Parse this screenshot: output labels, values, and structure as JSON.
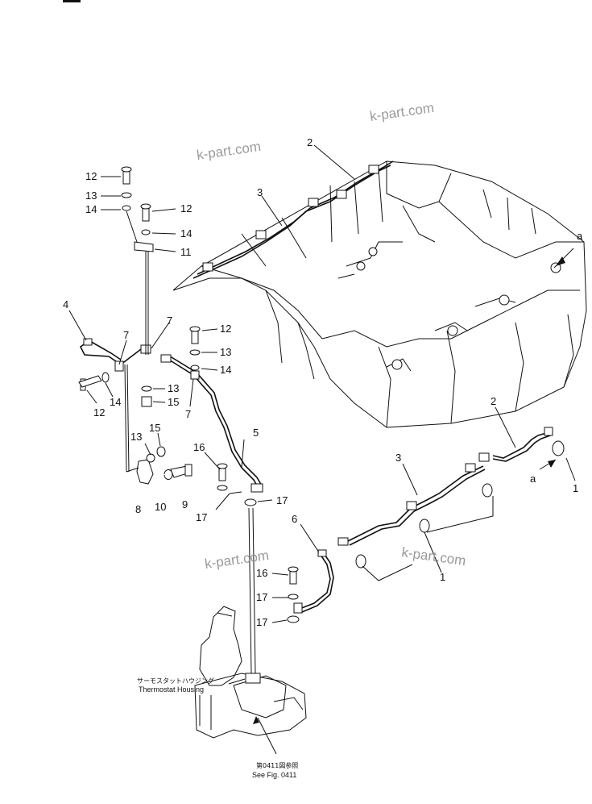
{
  "watermarks": [
    "k-part.com",
    "k-part.com",
    "k-part.com",
    "k-part.com"
  ],
  "callouts": {
    "c1a": "1",
    "c1b": "1",
    "c2a": "2",
    "c2b": "2",
    "c3a": "3",
    "c3b": "3",
    "c4": "4",
    "c5": "5",
    "c6": "6",
    "c7a": "7",
    "c7b": "7",
    "c7c": "7",
    "c8": "8",
    "c9": "9",
    "c10": "10",
    "c11": "11",
    "c12a": "12",
    "c12b": "12",
    "c12c": "12",
    "c12d": "12",
    "c13a": "13",
    "c13b": "13",
    "c13c": "13",
    "c13d": "13",
    "c14a": "14",
    "c14b": "14",
    "c14c": "14",
    "c14d": "14",
    "c15a": "15",
    "c15b": "15",
    "c16a": "16",
    "c16b": "16",
    "c17a": "17",
    "c17b": "17",
    "c17c": "17",
    "c17d": "17",
    "ca1": "a",
    "ca2": "a"
  },
  "notes": {
    "thermostat_jp": "サーモスタットハウジング",
    "thermostat_en": "Thermostat  Housing",
    "see_fig_jp": "第0411図参照",
    "see_fig_en": "See Fig. 0411"
  }
}
